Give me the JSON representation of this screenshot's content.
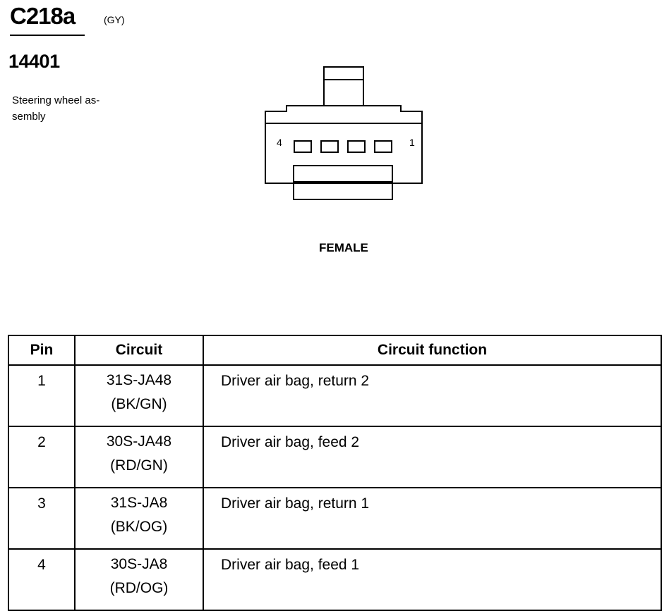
{
  "connector": {
    "id": "C218a",
    "color": "(GY)",
    "part_number": "14401",
    "description": "Steering wheel as-sembly",
    "description_line1": "Steering wheel as-",
    "description_line2": "sembly",
    "gender": "FEMALE",
    "pin_label_left": "4",
    "pin_label_right": "1"
  },
  "table": {
    "headers": [
      "Pin",
      "Circuit",
      "Circuit function"
    ],
    "rows": [
      {
        "pin": "1",
        "circuit": "31S-JA48",
        "wire_color": "(BK/GN)",
        "function": "Driver air bag, return 2"
      },
      {
        "pin": "2",
        "circuit": "30S-JA48",
        "wire_color": "(RD/GN)",
        "function": "Driver air bag, feed 2"
      },
      {
        "pin": "3",
        "circuit": "31S-JA8",
        "wire_color": "(BK/OG)",
        "function": "Driver air bag, return 1"
      },
      {
        "pin": "4",
        "circuit": "30S-JA8",
        "wire_color": "(RD/OG)",
        "function": "Driver air bag, feed 1"
      }
    ]
  }
}
